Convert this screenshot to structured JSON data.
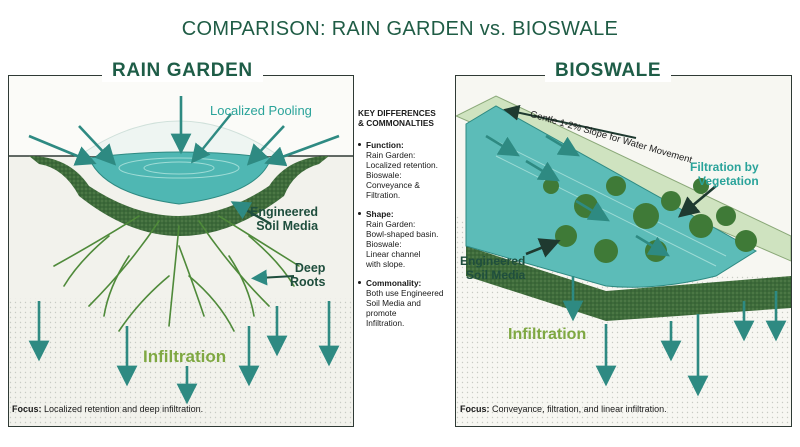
{
  "title": "COMPARISON: RAIN GARDEN vs. BIOSWALE",
  "rain_garden": {
    "title": "RAIN GARDEN",
    "labels": {
      "pooling": "Localized Pooling",
      "soil_line1": "Engineered",
      "soil_line2": "Soil Media",
      "roots_line1": "Deep",
      "roots_line2": "Roots",
      "infiltration": "Infiltration"
    },
    "focus_label": "Focus:",
    "focus_text": "Localized retention and deep infiltration."
  },
  "bioswale": {
    "title": "BIOSWALE",
    "labels": {
      "slope": "Gentle 1-2% Slope for Water Movement",
      "filtration_line1": "Filtration by",
      "filtration_line2": "Vegetation",
      "soil_line1": "Engineered",
      "soil_line2": "Soil Media",
      "infiltration": "Infiltration"
    },
    "focus_label": "Focus:",
    "focus_text": "Conveyance, filtration, and linear infiltration."
  },
  "differences": {
    "heading_line1": "KEY DIFFERENCES",
    "heading_line2": "& COMMONALTIES",
    "items": [
      {
        "label": "Function:",
        "lines": [
          "Rain Garden:",
          "Localized retention.",
          "Bioswale:",
          "Conveyance &",
          "Filtration."
        ]
      },
      {
        "label": "Shape:",
        "lines": [
          "Rain Garden:",
          "Bowl-shaped basin.",
          "Bioswale:",
          "Linear channel",
          "with slope."
        ]
      },
      {
        "label": "Commonality:",
        "lines": [
          "Both use Engineered",
          "Soil Media and",
          "promote",
          "Infiltration."
        ]
      }
    ]
  },
  "colors": {
    "title_green": "#1f5c45",
    "water": "#4fb7b3",
    "soil": "#3d6b3a",
    "arrow": "#2e8a82",
    "roots": "#4f8a3a"
  }
}
